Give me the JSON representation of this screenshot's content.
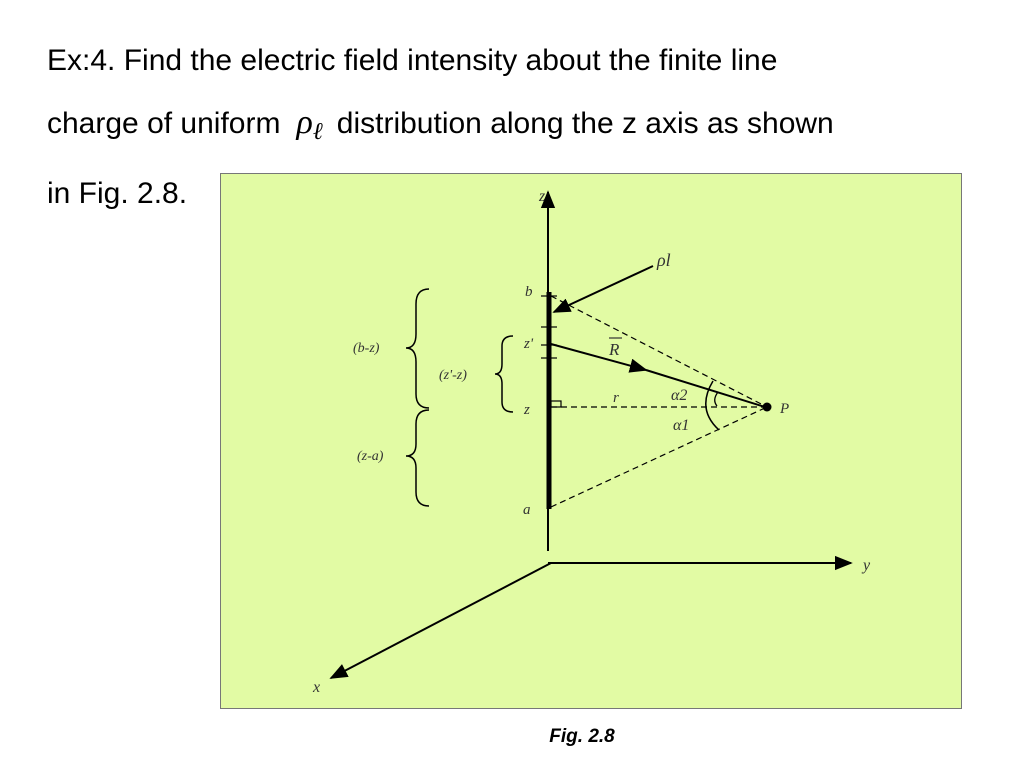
{
  "text": {
    "line1": "Ex:4. Find the electric field intensity about the finite line",
    "line2_before": "charge of uniform",
    "rho_symbol": "ρ",
    "rho_subscript": "ℓ",
    "line2_after": "distribution along the z axis as shown",
    "line3": "in Fig. 2.8."
  },
  "figure": {
    "background_color": "#e2fba4",
    "labels": {
      "z_axis": "z",
      "y_axis": "y",
      "x_axis": "x",
      "b": "b",
      "z_prime": "z'",
      "z": "z",
      "a": "a",
      "rho_l": "ρl",
      "R": "R",
      "r": "r",
      "alpha2": "α2",
      "alpha1": "α1",
      "P": "P",
      "b_minus_z": "(b-z)",
      "zprime_minus_z": "(z'-z)",
      "z_minus_a": "(z-a)"
    }
  },
  "caption": "Fig. 2.8"
}
